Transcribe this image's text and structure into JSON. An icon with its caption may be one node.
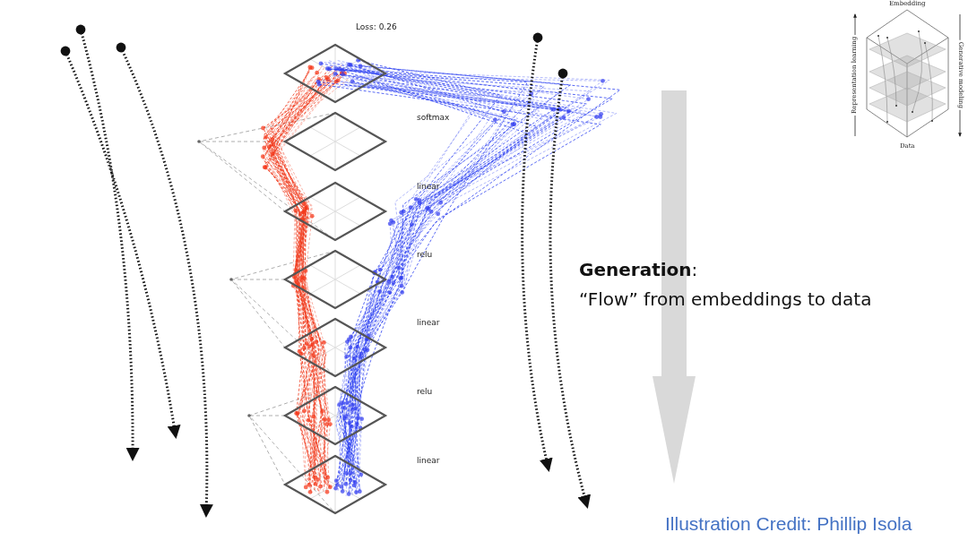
{
  "diagram": {
    "labels": [
      "Loss: 0.26",
      "softmax",
      "linear",
      "relu",
      "linear",
      "relu",
      "linear",
      "**Generation**:",
      "“Flow” from embeddings to data",
      "Embedding",
      "Representation learning",
      "Generative modeling",
      "Data",
      "Illustration Credit: Phillip Isola"
    ]
  }
}
